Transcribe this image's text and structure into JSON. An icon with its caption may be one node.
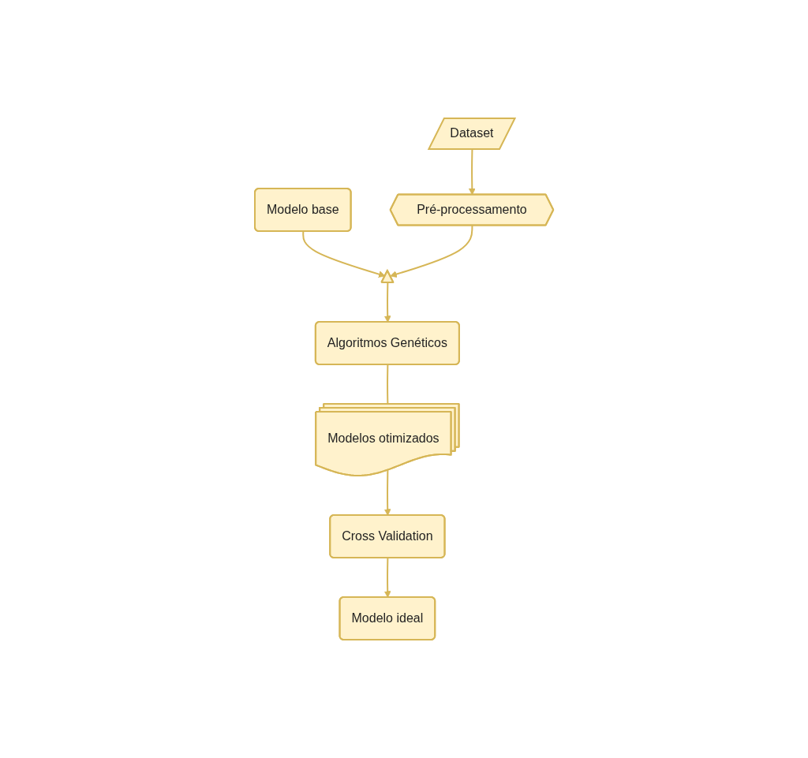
{
  "diagram": {
    "nodes": [
      {
        "text": [
          "Dataset"
        ]
      },
      {
        "text": [
          "Pré-processamento"
        ]
      },
      {
        "text": [
          "Modelo base"
        ]
      },
      {
        "text": [],
        "shape": "triangle"
      },
      {
        "text": [
          "Algoritmos Genéticos"
        ]
      },
      {
        "text": [
          "Modelos otimizados"
        ]
      },
      {
        "text": [
          "Cross Validation"
        ]
      },
      {
        "text": [
          "Modelo ideal"
        ]
      }
    ],
    "edges": [
      {
        "from": 0,
        "to": 1,
        "arrow": "to"
      },
      {
        "from": 2,
        "to": 3,
        "arrow": "to"
      },
      {
        "from": 1,
        "to": 3,
        "arrow": "to"
      },
      {
        "from": 3,
        "to": 4,
        "arrow": "to"
      },
      {
        "from": 4,
        "to": 5,
        "arrow": "none"
      },
      {
        "from": 5,
        "to": 6,
        "arrow": "to"
      },
      {
        "from": 6,
        "to": 7,
        "arrow": "to"
      }
    ]
  }
}
